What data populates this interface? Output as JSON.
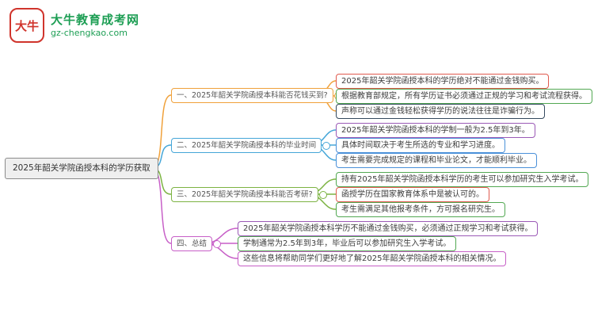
{
  "header": {
    "logo_text": "大牛",
    "site_name": "大牛教育成考网",
    "site_domain": "gz-chengkao.com"
  },
  "colors": {
    "brand_green": "#1d9e54",
    "brand_red": "#d0342c"
  },
  "root": {
    "label": "2025年韶关学院函授本科的学历获取"
  },
  "branches": [
    {
      "label": "一、2025年韶关学院函授本科能否花钱买到?",
      "color": "#f0a13a",
      "items": [
        {
          "text": "2025年韶关学院函授本科的学历绝对不能通过金钱购买。",
          "color": "#e05a4e"
        },
        {
          "text": "根据教育部规定，所有学历证书必须通过正规的学习和考试流程获得。",
          "color": "#52a852"
        },
        {
          "text": "声称可以通过金钱轻松获得学历的说法往往是诈骗行为。",
          "color": "#34495e"
        }
      ]
    },
    {
      "label": "二、2025年韶关学院函授本科的毕业时间",
      "color": "#45a6d8",
      "items": [
        {
          "text": "2025年韶关学院函授本科的学制一般为2.5年到3年。",
          "color": "#9b59b6"
        },
        {
          "text": "具体时间取决于考生所选的专业和学习进度。",
          "color": "#4a90d9"
        },
        {
          "text": "考生需要完成规定的课程和毕业论文，才能顺利毕业。",
          "color": "#4a90d9"
        }
      ]
    },
    {
      "label": "三、2025年韶关学院函授本科能否考研?",
      "color": "#7cb342",
      "items": [
        {
          "text": "持有2025年韶关学院函授本科学历的考生可以参加研究生入学考试。",
          "color": "#52a852"
        },
        {
          "text": "函授学历在国家教育体系中是被认可的。",
          "color": "#e05a4e"
        },
        {
          "text": "考生需满足其他报考条件，方可报名研究生。",
          "color": "#52a852"
        }
      ]
    },
    {
      "label": "四、总结",
      "color": "#c75fc7",
      "items": [
        {
          "text": "2025年韶关学院函授本科学历不能通过金钱购买，必须通过正规学习和考试获得。",
          "color": "#9b59b6"
        },
        {
          "text": "学制通常为2.5年到3年，毕业后可以参加研究生入学考试。",
          "color": "#52a852"
        },
        {
          "text": "这些信息将帮助同学们更好地了解2025年韶关学院函授本科的相关情况。",
          "color": "#c75fc7"
        }
      ]
    }
  ]
}
